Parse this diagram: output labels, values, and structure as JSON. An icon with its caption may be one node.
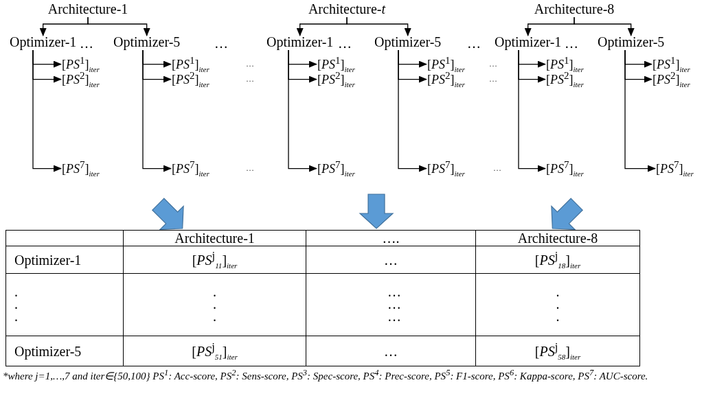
{
  "diagram": {
    "caption": "*where j=1,…,7 and iter∈{50,100} PS$^{1}$: Acc-score, PS$^{2}$: Sens-score, PS$^{3}$: Spec-score, PS$^{4}$: Prec-score, PS$^{5}$: F1-score, PS$^{6}$: Kappa-score, PS$^{7}$: AUC-score.",
    "nodes": [
      {
        "text": [
          "Architecture-1"
        ]
      },
      {
        "text": [
          "Architecture-*t*"
        ]
      },
      {
        "text": [
          "Architecture-8"
        ]
      },
      {
        "text": [
          "Optimizer-1"
        ]
      },
      {
        "text": [
          "Optimizer-5"
        ]
      },
      {
        "text": [
          "Optimizer-1"
        ]
      },
      {
        "text": [
          "Optimizer-5"
        ]
      },
      {
        "text": [
          "Optimizer-1"
        ]
      },
      {
        "text": [
          "Optimizer-5"
        ]
      },
      {
        "text": [
          "[*PS*$^{1}$]$_{iter}$"
        ]
      },
      {
        "text": [
          "[*PS*$^{2}$]$_{iter}$"
        ]
      },
      {
        "text": [
          "[*PS*$^{7}$]$_{iter}$"
        ]
      },
      {
        "text": [
          "[*PS*$^{1}$]$_{iter}$"
        ]
      },
      {
        "text": [
          "[*PS*$^{2}$]$_{iter}$"
        ]
      },
      {
        "text": [
          "[*PS*$^{7}$]$_{iter}$"
        ]
      },
      {
        "text": [
          "[*PS*$^{1}$]$_{iter}$"
        ]
      },
      {
        "text": [
          "[*PS*$^{2}$]$_{iter}$"
        ]
      },
      {
        "text": [
          "[*PS*$^{7}$]$_{iter}$"
        ]
      },
      {
        "text": [
          "[*PS*$^{1}$]$_{iter}$"
        ]
      },
      {
        "text": [
          "[*PS*$^{2}$]$_{iter}$"
        ]
      },
      {
        "text": [
          "[*PS*$^{7}$]$_{iter}$"
        ]
      },
      {
        "text": [
          "[*PS*$^{1}$]$_{iter}$"
        ]
      },
      {
        "text": [
          "[*PS*$^{2}$]$_{iter}$"
        ]
      },
      {
        "text": [
          "[*PS*$^{7}$]$_{iter}$"
        ]
      },
      {
        "text": [
          "[*PS*$^{1}$]$_{iter}$"
        ]
      },
      {
        "text": [
          "[*PS*$^{2}$]$_{iter}$"
        ]
      },
      {
        "text": [
          "[*PS*$^{7}$]$_{iter}$"
        ]
      },
      {
        "text": [],
        "shape": "box"
      }
    ],
    "edges": [
      {
        "from": 0,
        "to": 3,
        "arrow": "to"
      },
      {
        "from": 0,
        "to": 4,
        "arrow": "to"
      },
      {
        "from": 1,
        "to": 5,
        "arrow": "to"
      },
      {
        "from": 1,
        "to": 6,
        "arrow": "to"
      },
      {
        "from": 2,
        "to": 7,
        "arrow": "to"
      },
      {
        "from": 2,
        "to": 8,
        "arrow": "to"
      },
      {
        "from": 3,
        "to": 9,
        "arrow": "to"
      },
      {
        "from": 3,
        "to": 10,
        "arrow": "to"
      },
      {
        "from": 3,
        "to": 11,
        "arrow": "to"
      },
      {
        "from": 4,
        "to": 12,
        "arrow": "to"
      },
      {
        "from": 4,
        "to": 13,
        "arrow": "to"
      },
      {
        "from": 4,
        "to": 14,
        "arrow": "to"
      },
      {
        "from": 5,
        "to": 15,
        "arrow": "to"
      },
      {
        "from": 5,
        "to": 16,
        "arrow": "to"
      },
      {
        "from": 5,
        "to": 17,
        "arrow": "to"
      },
      {
        "from": 6,
        "to": 18,
        "arrow": "to"
      },
      {
        "from": 6,
        "to": 19,
        "arrow": "to"
      },
      {
        "from": 6,
        "to": 20,
        "arrow": "to"
      },
      {
        "from": 7,
        "to": 21,
        "arrow": "to"
      },
      {
        "from": 7,
        "to": 22,
        "arrow": "to"
      },
      {
        "from": 7,
        "to": 23,
        "arrow": "to"
      },
      {
        "from": 8,
        "to": 24,
        "arrow": "to"
      },
      {
        "from": 8,
        "to": 25,
        "arrow": "to"
      },
      {
        "from": 8,
        "to": 26,
        "arrow": "to"
      },
      {
        "from": null,
        "to": 27,
        "arrow": "to",
        "style": "thick",
        "color": "#5b9bd5"
      },
      {
        "from": null,
        "to": 27,
        "arrow": "to",
        "style": "thick",
        "color": "#5b9bd5"
      },
      {
        "from": null,
        "to": 27,
        "arrow": "to",
        "style": "thick",
        "color": "#5b9bd5"
      }
    ],
    "labels": [
      "…",
      "…",
      "…",
      "…",
      "…",
      "…",
      "…",
      "…",
      "…",
      "…",
      "…",
      "Architecture-1",
      "….",
      "Architecture-8",
      "Optimizer-1",
      "[*PS*$^{j}$$_{11}$]$_{iter}$",
      "…",
      "[*PS*$^{j}$$_{18}$]$_{iter}$",
      ". . .",
      ". . .",
      "… … …",
      ". . .",
      "Optimizer-5",
      "[*PS*$^{j}$$_{51}$]$_{iter}$",
      "…",
      "[*PS*$^{j}$$_{58}$]$_{iter}$"
    ]
  }
}
